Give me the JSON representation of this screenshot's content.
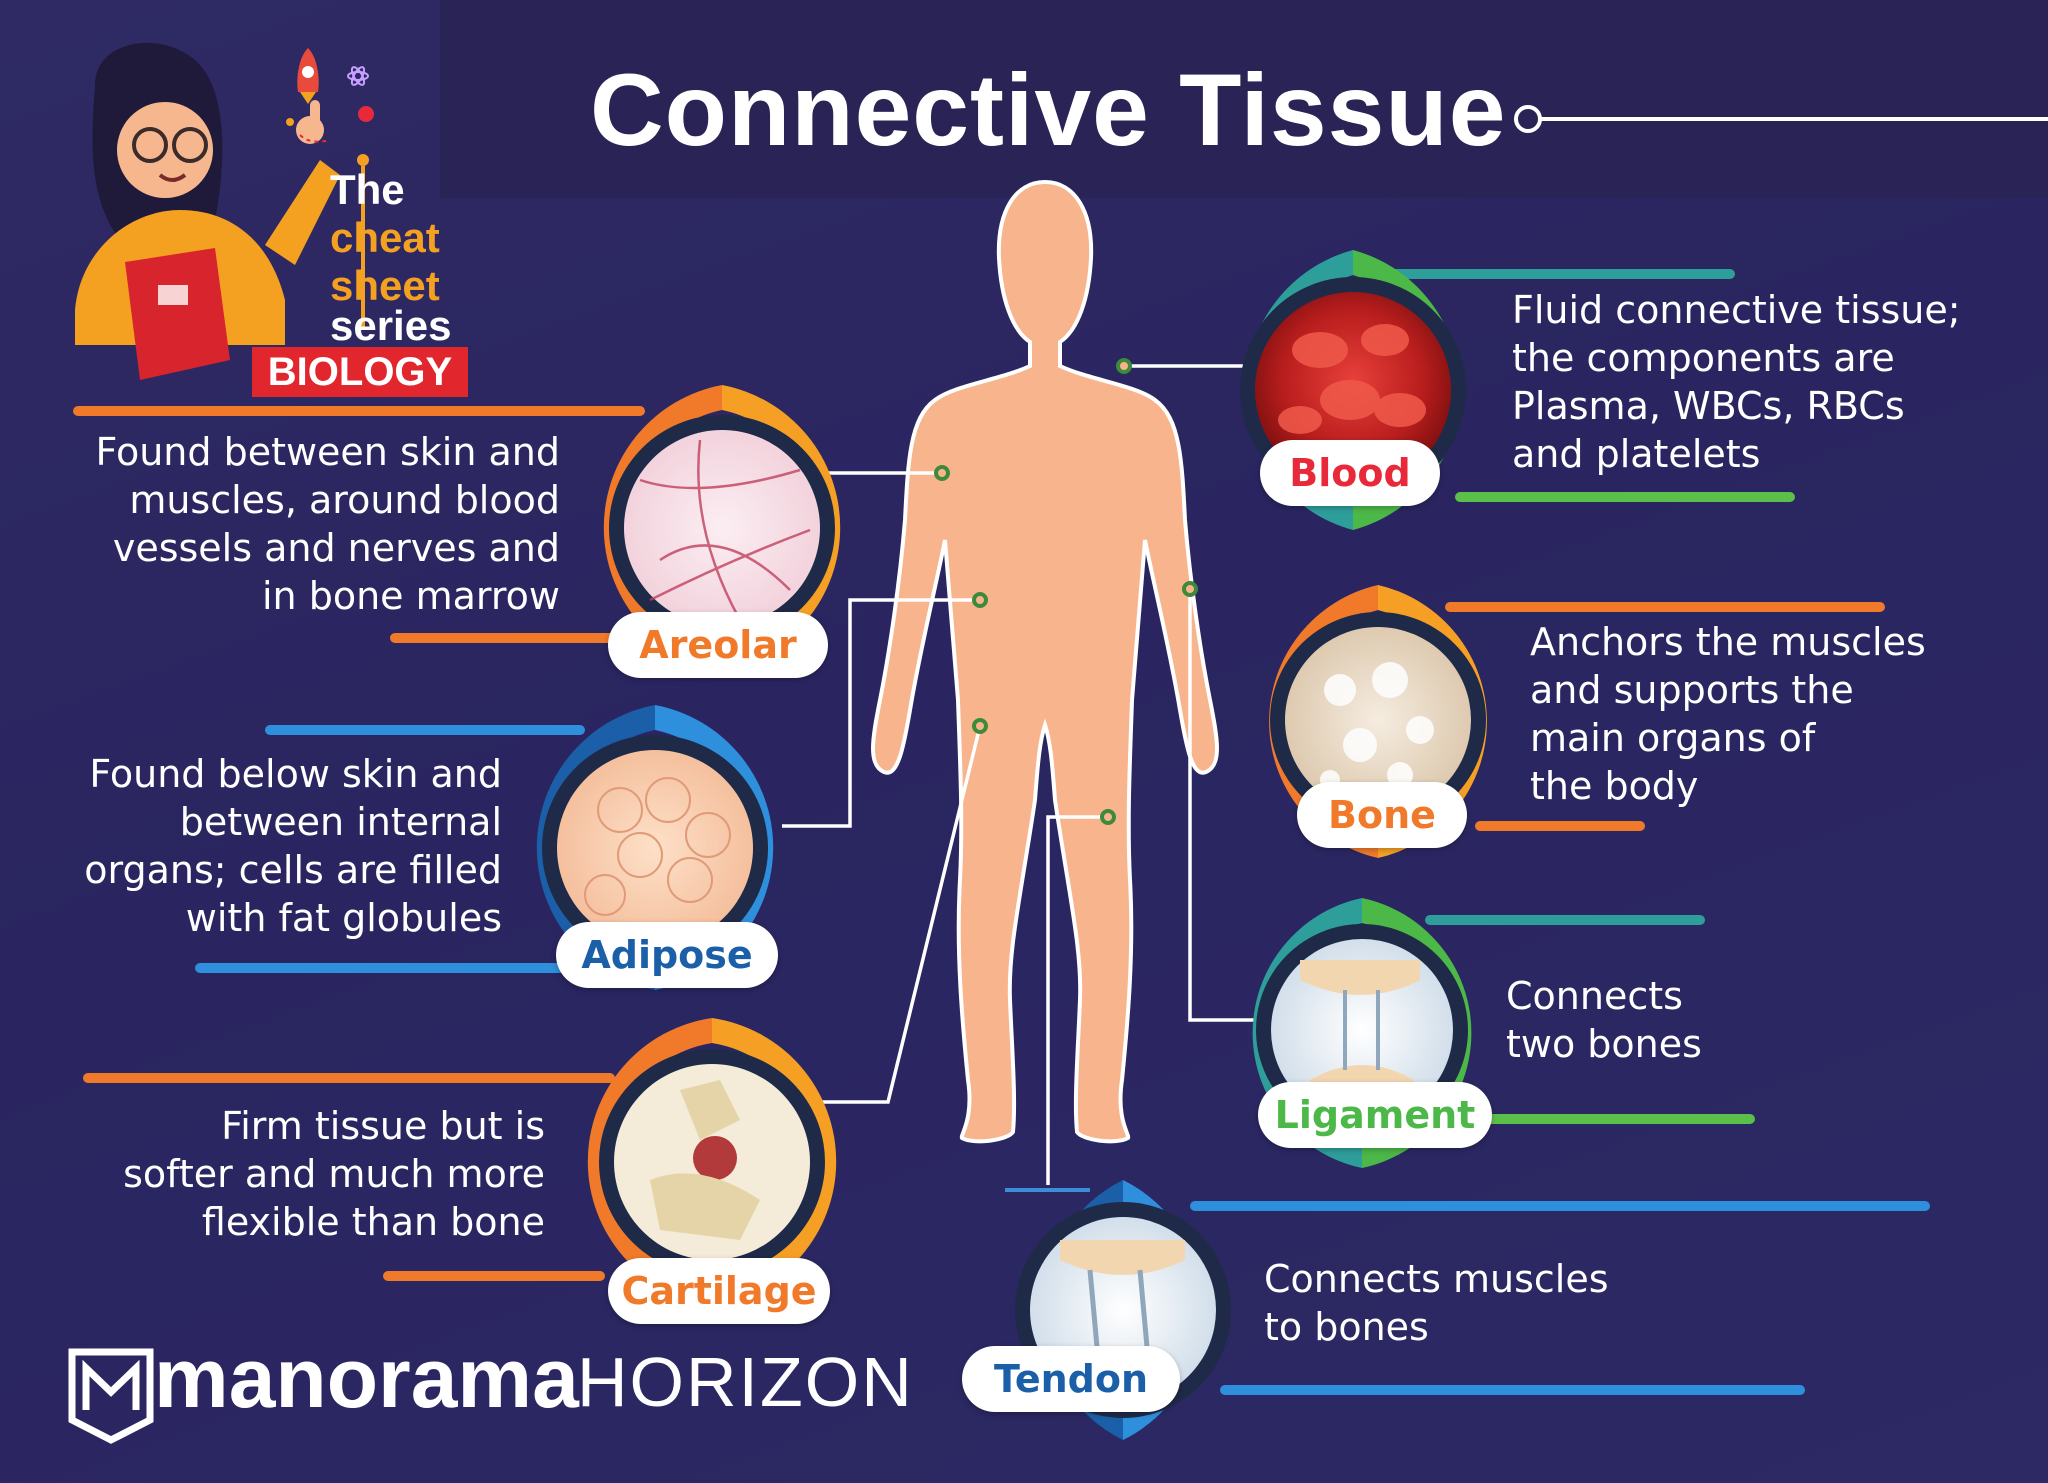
{
  "title": "Connective Tissue",
  "series": {
    "line1": "The",
    "line2": "cheat",
    "line3": "sheet",
    "line4": "series",
    "subject": "BIOLOGY"
  },
  "brand": {
    "bold": "manorama",
    "light": "HORIZON"
  },
  "tissues": [
    {
      "name": "Blood",
      "description": "Fluid connective tissue;\nthe components are\nPlasma, WBCs, RBCs\nand platelets",
      "color": "#e8293a"
    },
    {
      "name": "Areolar",
      "description": "Found between skin and\nmuscles, around blood\nvessels and nerves and\nin bone marrow",
      "color": "#f07a2a"
    },
    {
      "name": "Bone",
      "description": "Anchors the muscles\nand supports the\nmain organs of\nthe body",
      "color": "#f07a2a"
    },
    {
      "name": "Adipose",
      "description": "Found below skin and\nbetween internal\norgans; cells are filled\nwith fat globules",
      "color": "#1b5fa8"
    },
    {
      "name": "Ligament",
      "description": "Connects\ntwo bones",
      "color": "#4cb848"
    },
    {
      "name": "Cartilage",
      "description": "Firm tissue but is\nsofter and much more\nflexible than bone",
      "color": "#f07a2a"
    },
    {
      "name": "Tendon",
      "description": "Connects muscles\nto bones",
      "color": "#1b5fa8"
    }
  ],
  "icons": [
    "manorama-logo-icon",
    "rocket-icon",
    "atom-icon",
    "girl-mascot-illustration",
    "human-body-silhouette"
  ]
}
